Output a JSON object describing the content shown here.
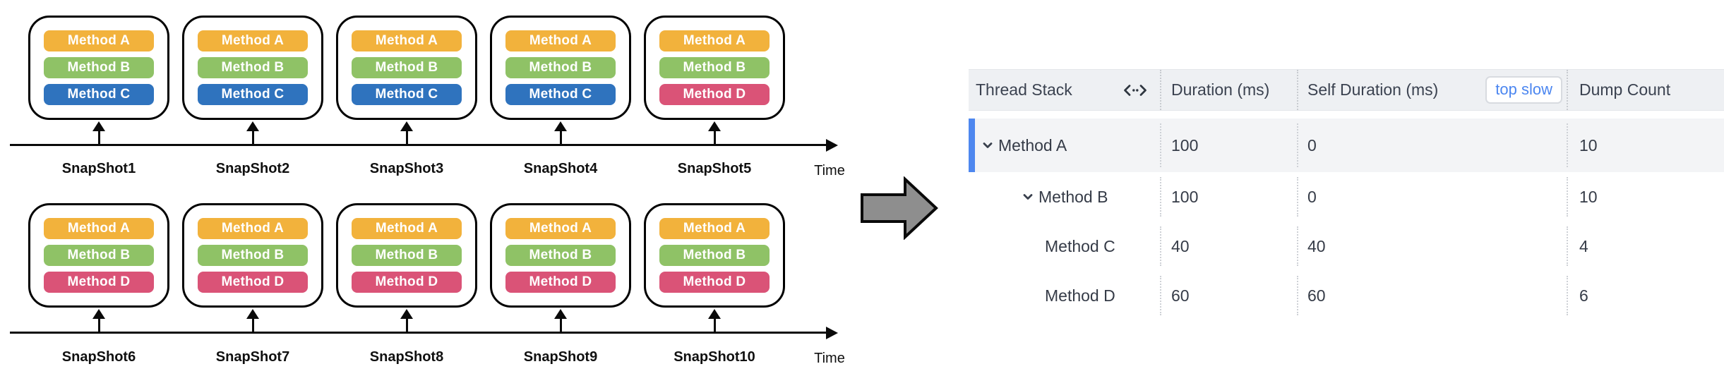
{
  "diagram": {
    "method_colors": {
      "Method A": "#F2B23C",
      "Method B": "#8FC266",
      "Method C": "#2F73BE",
      "Method D": "#DA5377"
    },
    "timelines": [
      {
        "time_label": "Time",
        "snapshots": [
          {
            "label": "SnapShot1",
            "methods": [
              "Method A",
              "Method B",
              "Method C"
            ]
          },
          {
            "label": "SnapShot2",
            "methods": [
              "Method A",
              "Method B",
              "Method C"
            ]
          },
          {
            "label": "SnapShot3",
            "methods": [
              "Method A",
              "Method B",
              "Method C"
            ]
          },
          {
            "label": "SnapShot4",
            "methods": [
              "Method A",
              "Method B",
              "Method C"
            ]
          },
          {
            "label": "SnapShot5",
            "methods": [
              "Method A",
              "Method B",
              "Method D"
            ]
          }
        ]
      },
      {
        "time_label": "Time",
        "snapshots": [
          {
            "label": "SnapShot6",
            "methods": [
              "Method A",
              "Method B",
              "Method D"
            ]
          },
          {
            "label": "SnapShot7",
            "methods": [
              "Method A",
              "Method B",
              "Method D"
            ]
          },
          {
            "label": "SnapShot8",
            "methods": [
              "Method A",
              "Method B",
              "Method D"
            ]
          },
          {
            "label": "SnapShot9",
            "methods": [
              "Method A",
              "Method B",
              "Method D"
            ]
          },
          {
            "label": "SnapShot10",
            "methods": [
              "Method A",
              "Method B",
              "Method D"
            ]
          }
        ]
      }
    ]
  },
  "table": {
    "header": {
      "thread_stack": "Thread Stack",
      "duration": "Duration (ms)",
      "self_duration": "Self Duration (ms)",
      "top_slow_button": "top slow",
      "dump_count": "Dump Count"
    },
    "rows": [
      {
        "method": "Method A",
        "duration": "100",
        "self_duration": "0",
        "dump_count": "10"
      },
      {
        "method": "Method B",
        "duration": "100",
        "self_duration": "0",
        "dump_count": "10"
      },
      {
        "method": "Method C",
        "duration": "40",
        "self_duration": "40",
        "dump_count": "4"
      },
      {
        "method": "Method D",
        "duration": "60",
        "self_duration": "60",
        "dump_count": "6"
      }
    ]
  },
  "colors": {
    "selected_row_bar": "#4E87EF",
    "header_bg": "#EEF0F3",
    "selected_row_bg": "#F3F4F6",
    "top_slow_text": "#4B86F0"
  }
}
